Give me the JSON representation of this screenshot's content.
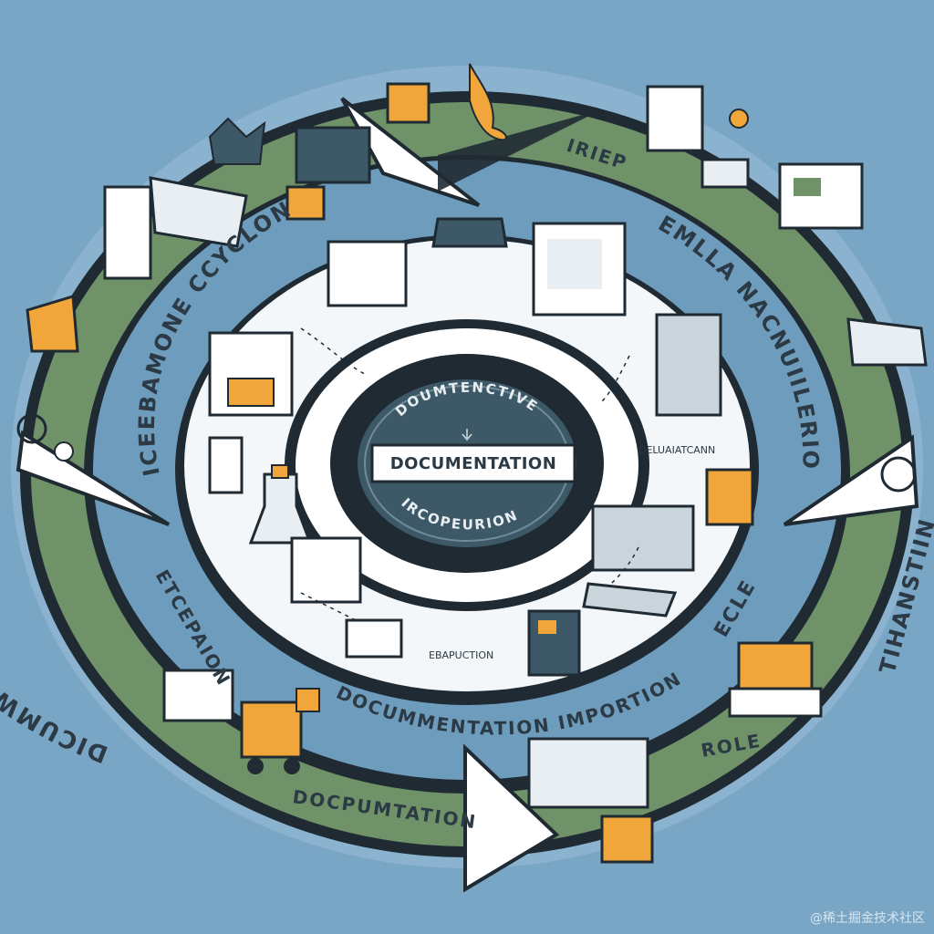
{
  "center": {
    "top_text": "DOUMTENCTIVE",
    "main_label": "DOCUMENTATION",
    "bottom_text": "IRCOPEURION"
  },
  "outer_ring": {
    "top_right": "IRIEP",
    "left": "DICUMWNTHIA",
    "bottom": "DOCPUMTATION",
    "bottom_right_top": "ROLE",
    "right": "TIHANSTIIN"
  },
  "middle_ring": {
    "left": "ICEEBAMONE CCYCLON",
    "right": "EMLLA NACNUIILERION",
    "lower_left": "ETCEPAION",
    "lower_right": "ECLE",
    "bottom": "DOCUMMENTATION IMPORTION"
  },
  "inner_ring": {
    "right_caption": "DELUAIATCANN",
    "bottom_caption": "EBAPUCTION"
  },
  "watermark": "@稀土掘金技术社区",
  "colors": {
    "background": "#7aa6c6",
    "outer_band": "#6f9268",
    "middle_band": "#6e9cbd",
    "inner_band": "#ffffff",
    "dark": "#1f2a33",
    "accent": "#f0a63a"
  }
}
